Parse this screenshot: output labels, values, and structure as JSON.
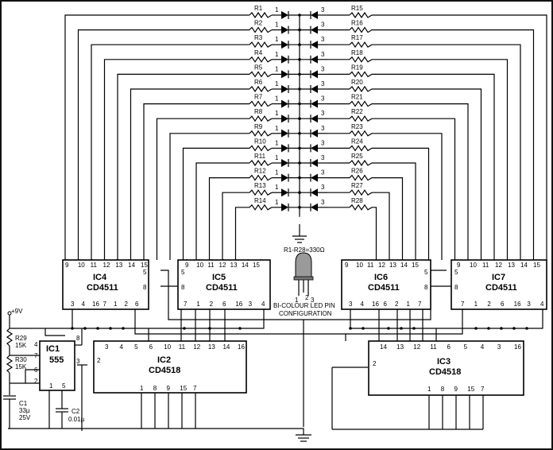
{
  "diagram": {
    "left_resistors": [
      "R1",
      "R2",
      "R3",
      "R4",
      "R5",
      "R6",
      "R7",
      "R8",
      "R9",
      "R10",
      "R11",
      "R12",
      "R13",
      "R14"
    ],
    "right_resistors": [
      "R15",
      "R16",
      "R17",
      "R18",
      "R19",
      "R20",
      "R21",
      "R22",
      "R23",
      "R24",
      "R25",
      "R26",
      "R27",
      "R28"
    ],
    "led_pins": {
      "left": "1",
      "right": "3",
      "ground": "2"
    },
    "resistor_value": "R1-R28=330Ω",
    "led_caption_line1": "BI-COLOUR LED PIN",
    "led_caption_line2": "CONFIGURATION",
    "ics": {
      "ic4": {
        "name": "IC4",
        "part": "CD4511",
        "top_pins": [
          "9",
          "10",
          "11",
          "12",
          "13",
          "14",
          "15"
        ],
        "bottom_pins": [
          "3",
          "4",
          "16",
          "7",
          "1",
          "2",
          "6"
        ],
        "side_pins": [
          "5",
          "8"
        ]
      },
      "ic5": {
        "name": "IC5",
        "part": "CD4511",
        "top_pins": [
          "9",
          "10",
          "11",
          "12",
          "13",
          "14",
          "15"
        ],
        "bottom_pins": [
          "7",
          "1",
          "2",
          "6",
          "16",
          "3",
          "4"
        ],
        "side_pins": [
          "5",
          "8"
        ]
      },
      "ic6": {
        "name": "IC6",
        "part": "CD4511",
        "top_pins": [
          "9",
          "10",
          "11",
          "12",
          "13",
          "14",
          "15"
        ],
        "bottom_pins": [
          "3",
          "4",
          "16",
          "6",
          "2",
          "1",
          "7"
        ],
        "side_pins": [
          "5",
          "8"
        ]
      },
      "ic7": {
        "name": "IC7",
        "part": "CD4511",
        "top_pins": [
          "9",
          "10",
          "11",
          "12",
          "13",
          "14",
          "15"
        ],
        "bottom_pins": [
          "7",
          "1",
          "2",
          "6",
          "16",
          "3",
          "4"
        ],
        "side_pins": [
          "5",
          "8"
        ]
      },
      "ic1": {
        "name": "IC1",
        "part": "555",
        "left_pins": [
          "4",
          "7",
          "6",
          "2"
        ],
        "right_pins": [
          "8",
          "3"
        ],
        "bottom_pins": [
          "1",
          "5"
        ]
      },
      "ic2": {
        "name": "IC2",
        "part": "CD4518",
        "top_pins": [
          "3",
          "4",
          "5",
          "6",
          "10",
          "11",
          "12",
          "13",
          "14",
          "16"
        ],
        "left_pin": "2",
        "bottom_pins": [
          "1",
          "8",
          "9",
          "15",
          "7"
        ]
      },
      "ic3": {
        "name": "IC3",
        "part": "CD4518",
        "top_pins": [
          "14",
          "13",
          "12",
          "11",
          "6",
          "5",
          "4",
          "3",
          "16"
        ],
        "left_pin": "2",
        "bottom_pins": [
          "1",
          "8",
          "9",
          "15",
          "7"
        ]
      }
    },
    "supply": "+9V",
    "r29": {
      "name": "R29",
      "value": "15K"
    },
    "r30": {
      "name": "R30",
      "value": "15K"
    },
    "c1": {
      "name": "C1",
      "value": "33µ",
      "voltage": "25V"
    },
    "c2": {
      "name": "C2",
      "value": "0.01µ"
    }
  }
}
